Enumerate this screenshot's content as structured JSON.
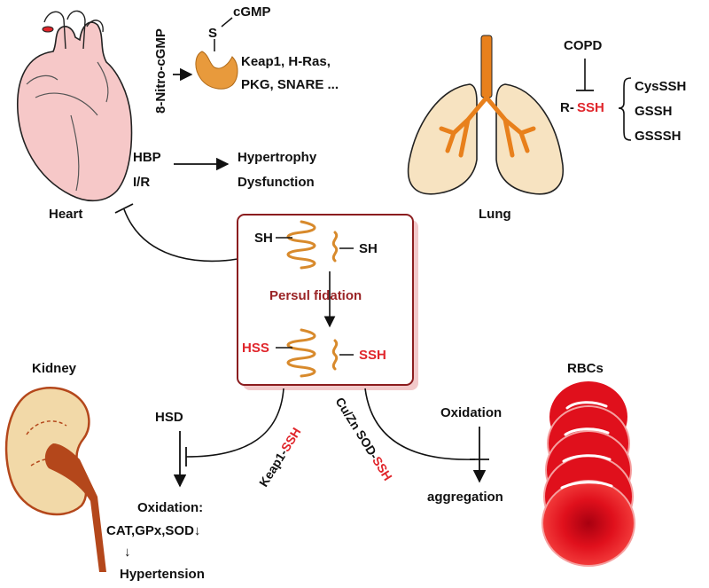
{
  "colors": {
    "red_text": "#e0252b",
    "persulfidation_text": "#9a2426",
    "box_border": "#8b1d1f",
    "box_shadow": "#f2c9ca",
    "protein": "#d88a2c",
    "heart_fill": "#f6c8c8",
    "lung_fill": "#f7e3c1",
    "bronchi": "#e8801c",
    "kidney_fill": "#f2d9a8",
    "kidney_inner": "#b4471b",
    "rbc": "#e0101c"
  },
  "heart": {
    "label": "Heart",
    "nitro_label": "8-Nitro-cGMP",
    "s_label": "S",
    "cgmp_label": "cGMP",
    "targets_line1": "Keap1, H-Ras,",
    "targets_line2": "PKG, SNARE ...",
    "hbp": "HBP",
    "ir": "I/R",
    "outcome1": "Hypertrophy",
    "outcome2": "Dysfunction"
  },
  "lung": {
    "label": "Lung",
    "copd": "COPD",
    "r_prefix": "R-",
    "ssh": "SSH",
    "species": [
      "CysSSH",
      "GSSH",
      "GSSSH"
    ]
  },
  "center": {
    "sh_left": "SH",
    "sh_right": "SH",
    "process": "Persul fidation",
    "hss": "HSS",
    "ssh": "SSH"
  },
  "kidney": {
    "label": "Kidney",
    "hsd": "HSD",
    "keap1_prefix": "Keap1-",
    "keap1_ssh": "SSH",
    "oxidation": "Oxidation:",
    "enzymes": "CAT,GPx,SOD↓",
    "arrow": "↓",
    "hypertension": "Hypertension"
  },
  "rbc": {
    "label": "RBCs",
    "sod_prefix": "Cu/Zn SOD-",
    "sod_ssh": "SSH",
    "oxidation": "Oxidation",
    "aggregation": "aggregation"
  }
}
